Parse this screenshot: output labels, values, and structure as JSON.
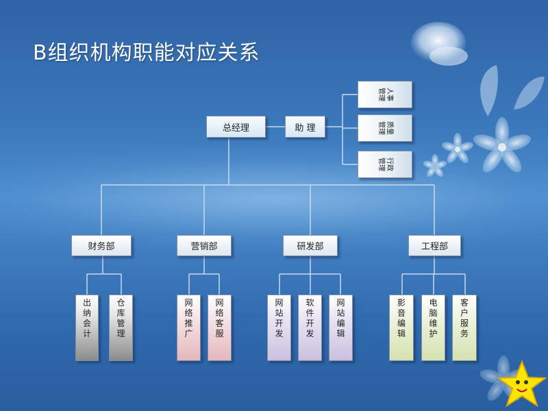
{
  "title": "B组织机构职能对应关系",
  "top": {
    "ceo": "总经理",
    "assistant": "助 理"
  },
  "assistant_units": [
    {
      "line1": "人事",
      "line2": "管理"
    },
    {
      "line1": "质量",
      "line2": "管理"
    },
    {
      "line1": "行政",
      "line2": "管理"
    }
  ],
  "departments": [
    {
      "name": "财务部",
      "units": [
        "出纳会计",
        "仓库管理"
      ],
      "color": "#8b8b8b"
    },
    {
      "name": "营销部",
      "units": [
        "网络推广",
        "网络客服"
      ],
      "color": "#e4b7bc"
    },
    {
      "name": "研发部",
      "units": [
        "网站开发",
        "软件开发",
        "网站编辑"
      ],
      "color": "#c9c0df"
    },
    {
      "name": "工程部",
      "units": [
        "影音编辑",
        "电脑维护",
        "客户服务"
      ],
      "color": "#d4e2ae"
    }
  ],
  "colors": {
    "line": "#c9dbe9",
    "background": "#3b78bb"
  }
}
